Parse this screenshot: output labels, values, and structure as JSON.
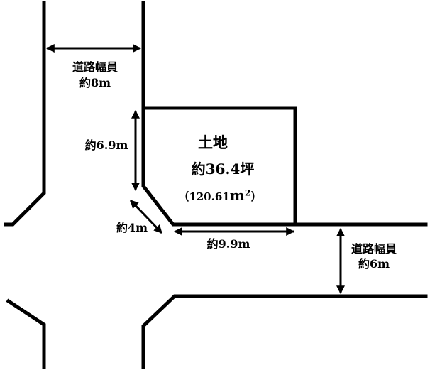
{
  "road_top": {
    "label": "道路幅員",
    "width": "約8m"
  },
  "road_right": {
    "label": "道路幅員",
    "width": "約6m"
  },
  "lot": {
    "title": "土地",
    "area_tsubo": "約36.4坪",
    "area_m2_open": "（120.61",
    "area_m2_unit": "m²",
    "area_m2_close": "）"
  },
  "dims": {
    "left_side": "約6.9m",
    "corner_cut": "約4m",
    "bottom_side": "約9.9m"
  }
}
